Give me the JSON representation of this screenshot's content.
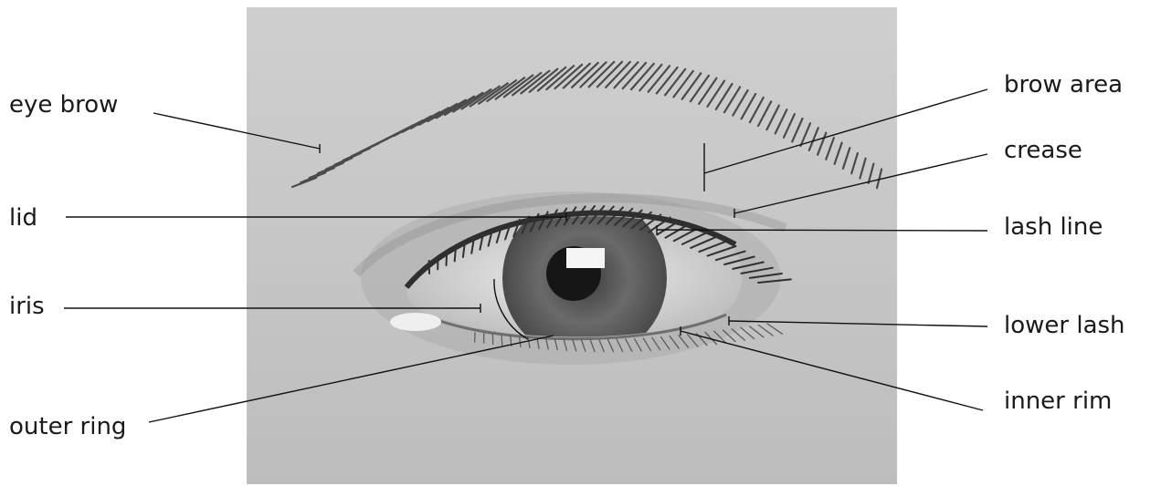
{
  "labels": {
    "eye_brow": "eye brow",
    "lid": "lid",
    "iris": "iris",
    "outer_ring": "outer ring",
    "brow_area": "brow area",
    "crease": "crease",
    "lash_line": "lash line",
    "lower_lash": "lower lash",
    "inner_rim": "inner rim"
  },
  "photo": {
    "subject": "eye-photo",
    "tone": "grayscale",
    "skin_color": "#c9c9c9",
    "iris_color": "#5a5a5a",
    "pupil_color": "#161616",
    "sclera_color": "#e3e3e3",
    "lash_color": "#3a3a3a"
  },
  "leader_line_color": "#111111"
}
